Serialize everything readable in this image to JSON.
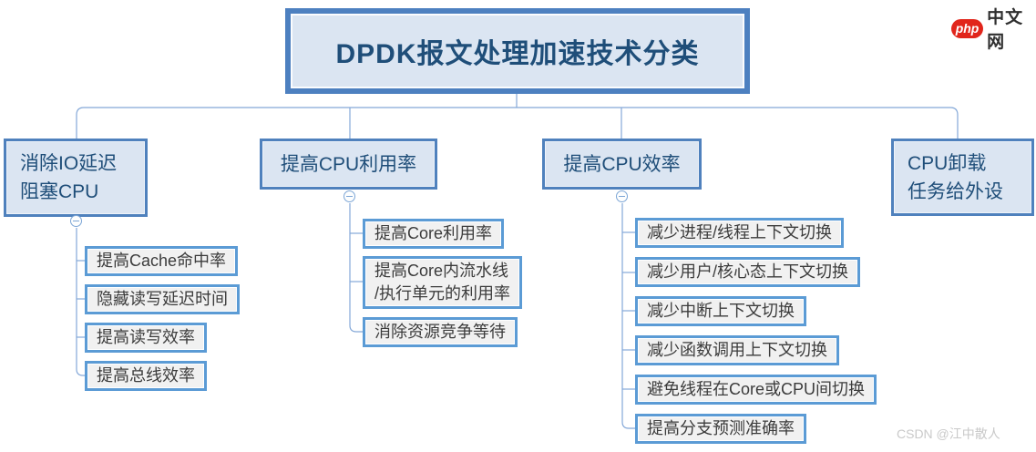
{
  "logo": {
    "badge": "php",
    "text": "中文网"
  },
  "watermark": {
    "text": "CSDN @江中散人"
  },
  "tree": {
    "root": {
      "label": "DPDK报文处理加速技术分类"
    },
    "branches": [
      {
        "label": "消除IO延迟\n阻塞CPU",
        "collapsed": false,
        "children": [
          "提高Cache命中率",
          "隐藏读写延迟时间",
          "提高读写效率",
          "提高总线效率"
        ]
      },
      {
        "label": "提高CPU利用率",
        "collapsed": false,
        "children": [
          "提高Core利用率",
          "提高Core内流水线\n/执行单元的利用率",
          "消除资源竞争等待"
        ]
      },
      {
        "label": "提高CPU效率",
        "collapsed": false,
        "children": [
          "减少进程/线程上下文切换",
          "减少用户/核心态上下文切换",
          "减少中断上下文切换",
          "减少函数调用上下文切换",
          "避免线程在Core或CPU间切换",
          "提高分支预测准确率"
        ]
      },
      {
        "label": "CPU卸载\n任务给外设",
        "children": []
      }
    ]
  },
  "colors": {
    "node_fill": "#dbe5f2",
    "root_border": "#4d80c0",
    "branch_border": "#4f81bd",
    "leaf_border": "#5b9bd5",
    "leaf_fill": "#f1f1f1",
    "node_text": "#1f4e79",
    "leaf_text": "#3c3c3c",
    "connector": "#84a8d8",
    "logo_red": "#e1251b",
    "watermark_gray": "#c9c9c9"
  }
}
